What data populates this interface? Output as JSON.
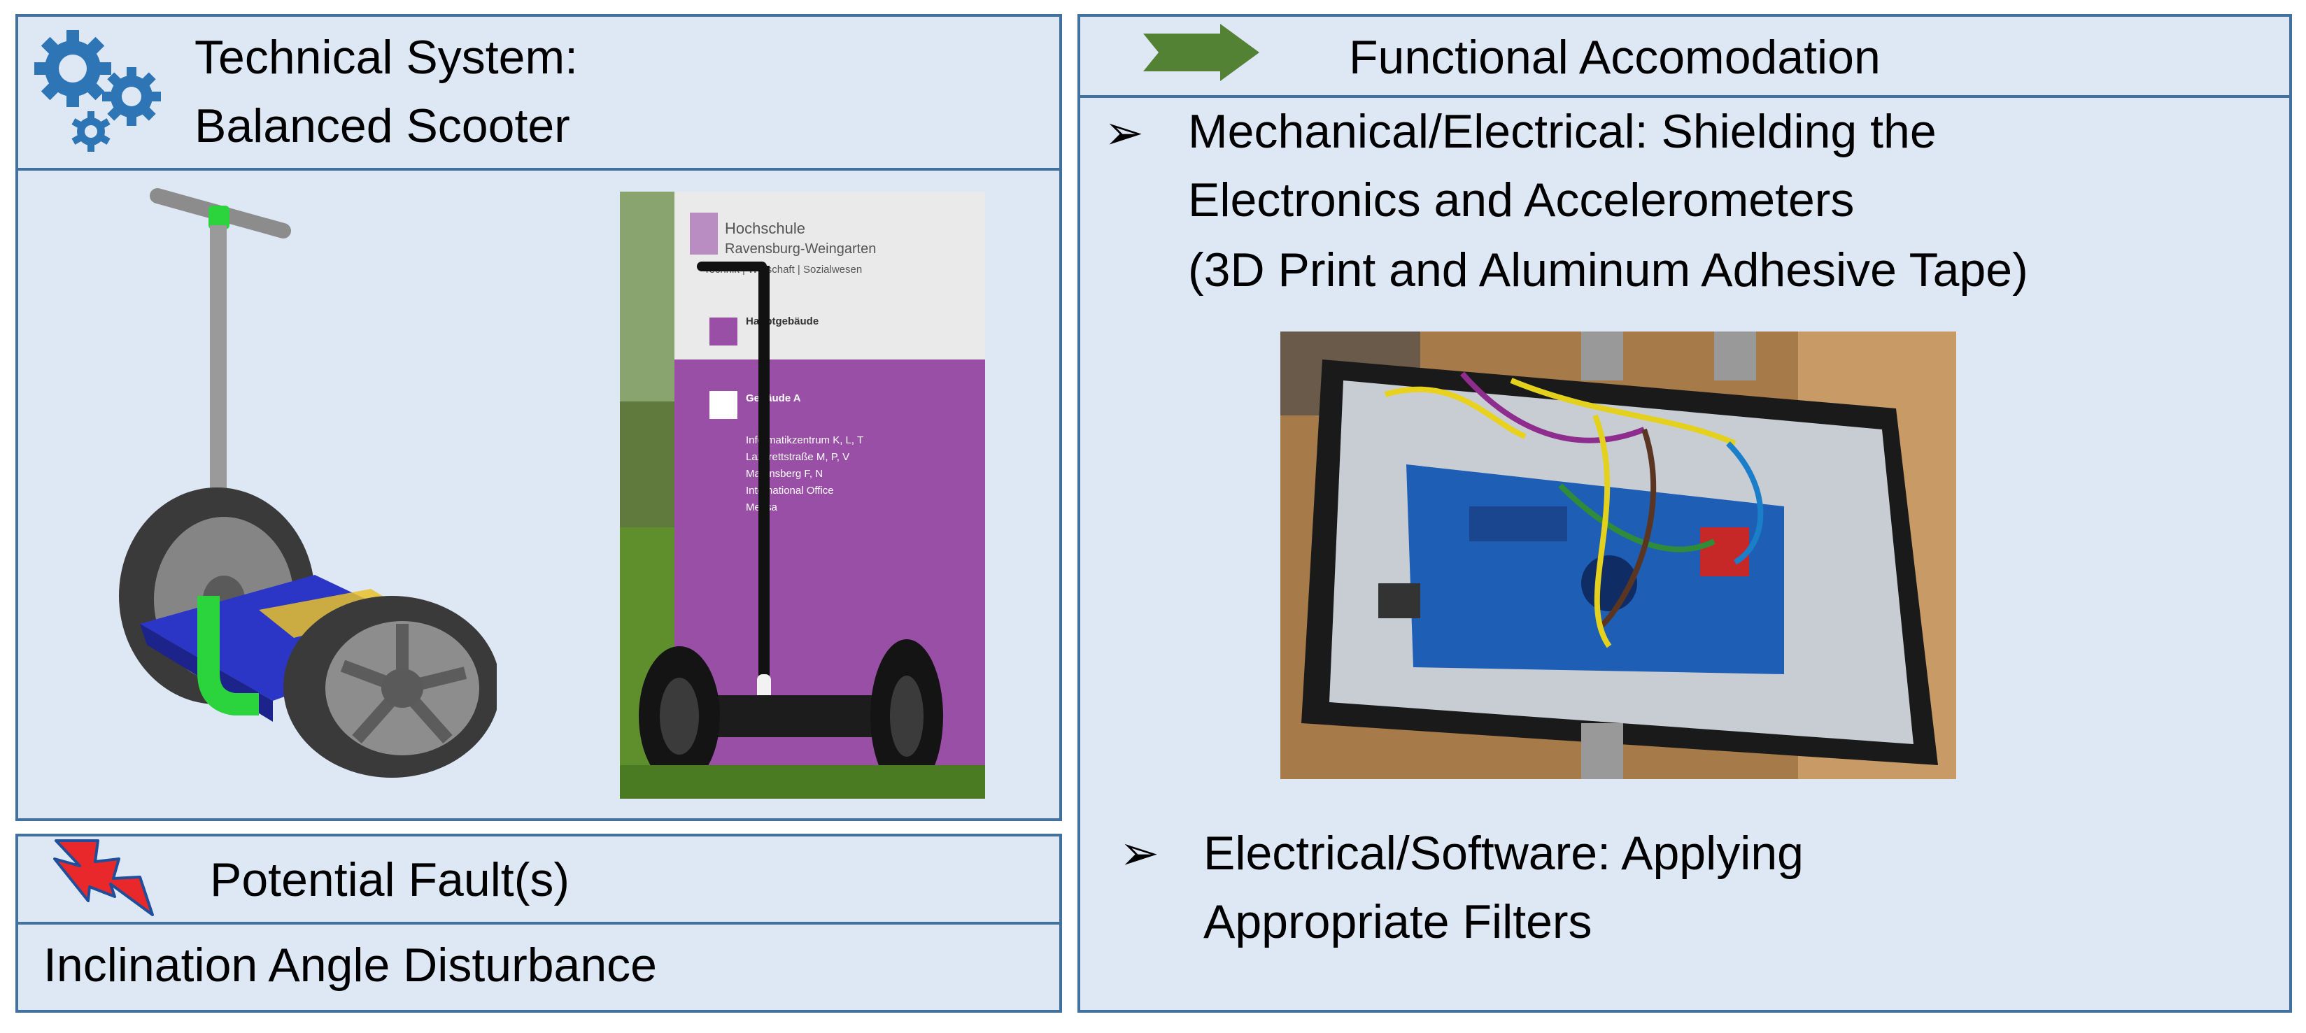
{
  "technical_system": {
    "title_line1": "Technical System:",
    "title_line2": "Balanced Scooter",
    "icon": "gears-icon"
  },
  "fault": {
    "title": "Potential Fault(s)",
    "icon": "lightning-icon",
    "description": "Inclination Angle Disturbance"
  },
  "accommodation": {
    "title": "Functional Accomodation",
    "icon": "arrow-icon",
    "item1": {
      "bullet": "➢",
      "line1": "Mechanical/Electrical: Shielding the",
      "line2": "Electronics and Accelerometers",
      "line3": "(3D Print and Aluminum Adhesive Tape)"
    },
    "item2": {
      "bullet": "➢",
      "line1": "Electrical/Software: Applying",
      "line2": "Appropriate Filters"
    }
  },
  "sign": {
    "line1": "Hochschule",
    "line2": "Ravensburg-Weingarten",
    "line3": "Technik | Wirtschaft | Sozialwesen",
    "entries": [
      "Hauptgebäude",
      "Gebäude A",
      "Informatikzentrum K, L, T",
      "Lazarettstraße M, P, V",
      "Martinsberg F, N",
      "International Office",
      "Mensa"
    ]
  },
  "colors": {
    "panel_fill": "#dee8f5",
    "panel_border": "#41719c",
    "gear_blue": "#2e75b6",
    "arrow_green": "#548235",
    "lightning_red": "#e8282a"
  }
}
